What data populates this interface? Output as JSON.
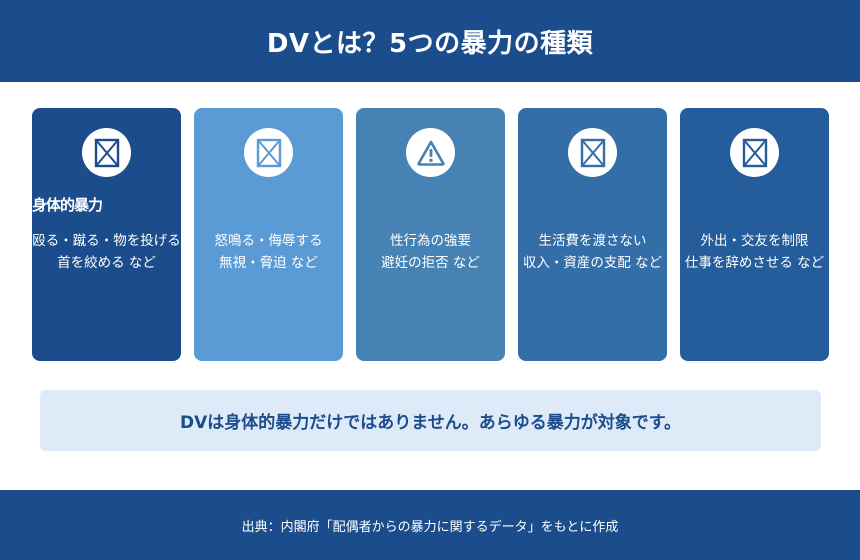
{
  "header": {
    "title": "DVとは？5つの暴力の種類"
  },
  "cards": [
    {
      "icon": "image-placeholder-icon",
      "color": "#1b4d8c",
      "title": "身体的暴力",
      "desc_line1": "殴る・蹴る・物を投げる",
      "desc_line2": "首を絞める など"
    },
    {
      "icon": "image-placeholder-icon",
      "color": "#5b9bd5",
      "title": "",
      "desc_line1": "怒鳴る・侮辱する",
      "desc_line2": "無視・脅迫 など"
    },
    {
      "icon": "warning-icon",
      "color": "#4682b4",
      "title": "",
      "desc_line1": "性行為の強要",
      "desc_line2": "避妊の拒否 など"
    },
    {
      "icon": "image-placeholder-icon",
      "color": "#336ea8",
      "title": "",
      "desc_line1": "生活費を渡さない",
      "desc_line2": "収入・資産の支配 など"
    },
    {
      "icon": "image-placeholder-icon",
      "color": "#255c9b",
      "title": "",
      "desc_line1": "外出・交友を制限",
      "desc_line2": "仕事を辞めさせる など"
    }
  ],
  "note": {
    "text": "DVは身体的暴力だけではありません。あらゆる暴力が対象です。"
  },
  "footer": {
    "source": "出典：内閣府「配偶者からの暴力に関するデータ」をもとに作成"
  }
}
